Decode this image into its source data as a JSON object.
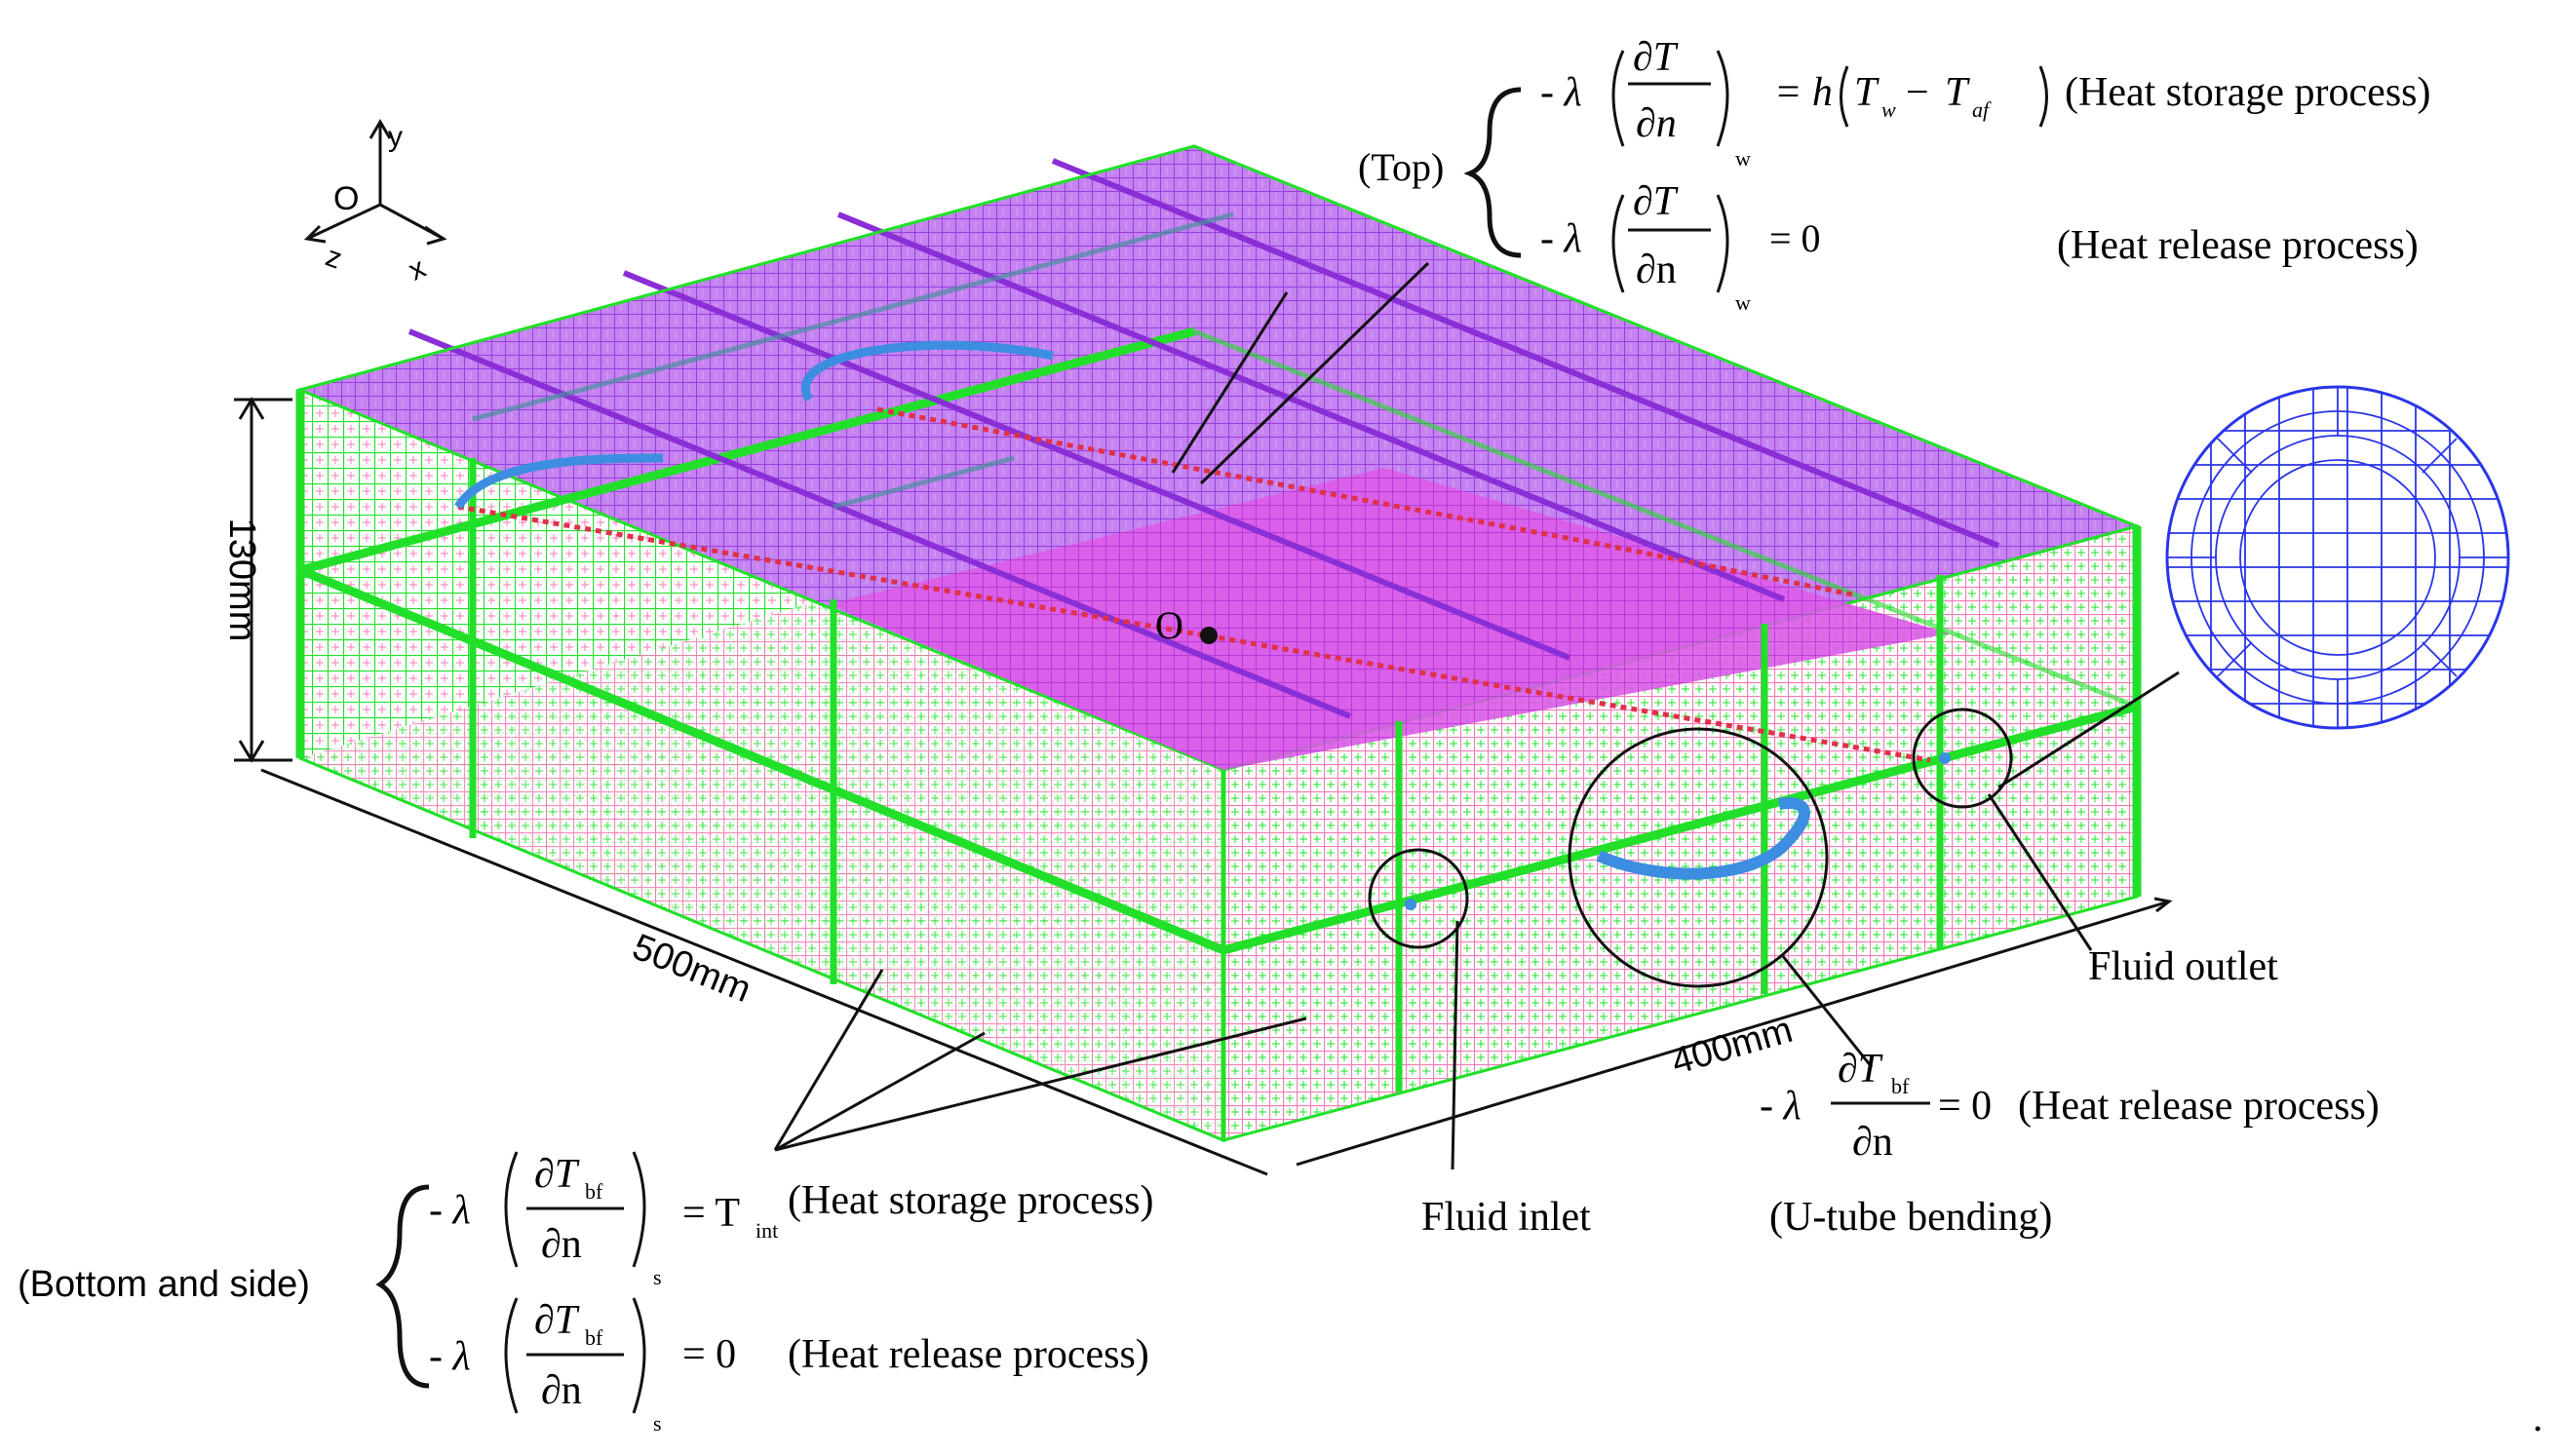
{
  "axes": {
    "y": "y",
    "origin": "O",
    "z": "z",
    "x": "x"
  },
  "dimensions": {
    "height": "130mm",
    "length": "500mm",
    "width": "400mm"
  },
  "center_point": "O",
  "top": {
    "label": "(Top)",
    "eq1": {
      "sign": "- λ",
      "num": "∂T",
      "den": "∂n",
      "sub": "w",
      "rhs": "= h",
      "rhs_a": "T",
      "rhs_a_sub": "w",
      "minus": "−",
      "rhs_b": "T",
      "rhs_b_sub": "af",
      "process": "(Heat storage process)"
    },
    "eq2": {
      "sign": "- λ",
      "num": "∂T",
      "den": "∂n",
      "sub": "w",
      "rhs": "= 0",
      "process": "(Heat release process)"
    }
  },
  "bottom": {
    "label": "(Bottom and side)",
    "eq1": {
      "sign": "- λ",
      "num": "∂T",
      "num_sub": "bf",
      "den": "∂n",
      "sub": "s",
      "rhs": "= T",
      "rhs_sub": "int",
      "process": "(Heat storage process)"
    },
    "eq2": {
      "sign": "- λ",
      "num": "∂T",
      "num_sub": "bf",
      "den": "∂n",
      "sub": "s",
      "rhs": "= 0",
      "process": "(Heat release process)"
    }
  },
  "ubend": {
    "sign": "- λ",
    "num": "∂T",
    "num_sub": "bf",
    "den": "∂n",
    "rhs": "= 0",
    "process": "(Heat release process)",
    "label": "(U-tube bending)"
  },
  "callouts": {
    "inlet": "Fluid inlet",
    "outlet": "Fluid outlet"
  },
  "trailing_mark": ".",
  "colors": {
    "mesh_green": "#22e02a",
    "top_purple": "#a64ee6",
    "top_magenta": "#d94fe6",
    "side_pink": "#f47cb4",
    "tube_blue": "#3d8de0",
    "section_blue": "#2a35e8",
    "line_black": "#111111"
  }
}
